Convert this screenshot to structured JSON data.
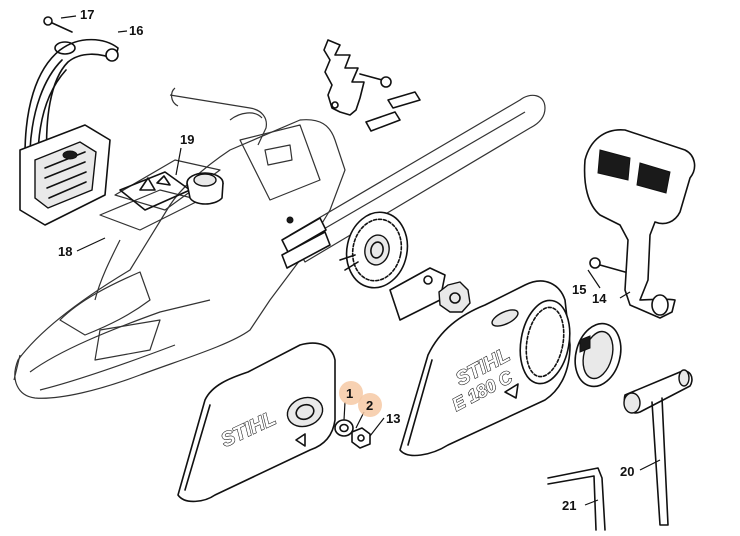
{
  "callouts": [
    {
      "id": "1",
      "label": "1",
      "highlighted": true
    },
    {
      "id": "2",
      "label": "2",
      "highlighted": true
    },
    {
      "id": "13",
      "label": "13",
      "highlighted": false
    },
    {
      "id": "14",
      "label": "14",
      "highlighted": false
    },
    {
      "id": "15",
      "label": "15",
      "highlighted": false
    },
    {
      "id": "16",
      "label": "16",
      "highlighted": false
    },
    {
      "id": "17",
      "label": "17",
      "highlighted": false
    },
    {
      "id": "18",
      "label": "18",
      "highlighted": false
    },
    {
      "id": "19",
      "label": "19",
      "highlighted": false
    },
    {
      "id": "20",
      "label": "20",
      "highlighted": false
    },
    {
      "id": "21",
      "label": "21",
      "highlighted": false
    }
  ],
  "branding": {
    "logo_text": "STIHL",
    "model_text": "E 180 C"
  },
  "colors": {
    "highlight": "#f6c9a4",
    "line": "#111111",
    "background": "#ffffff"
  }
}
